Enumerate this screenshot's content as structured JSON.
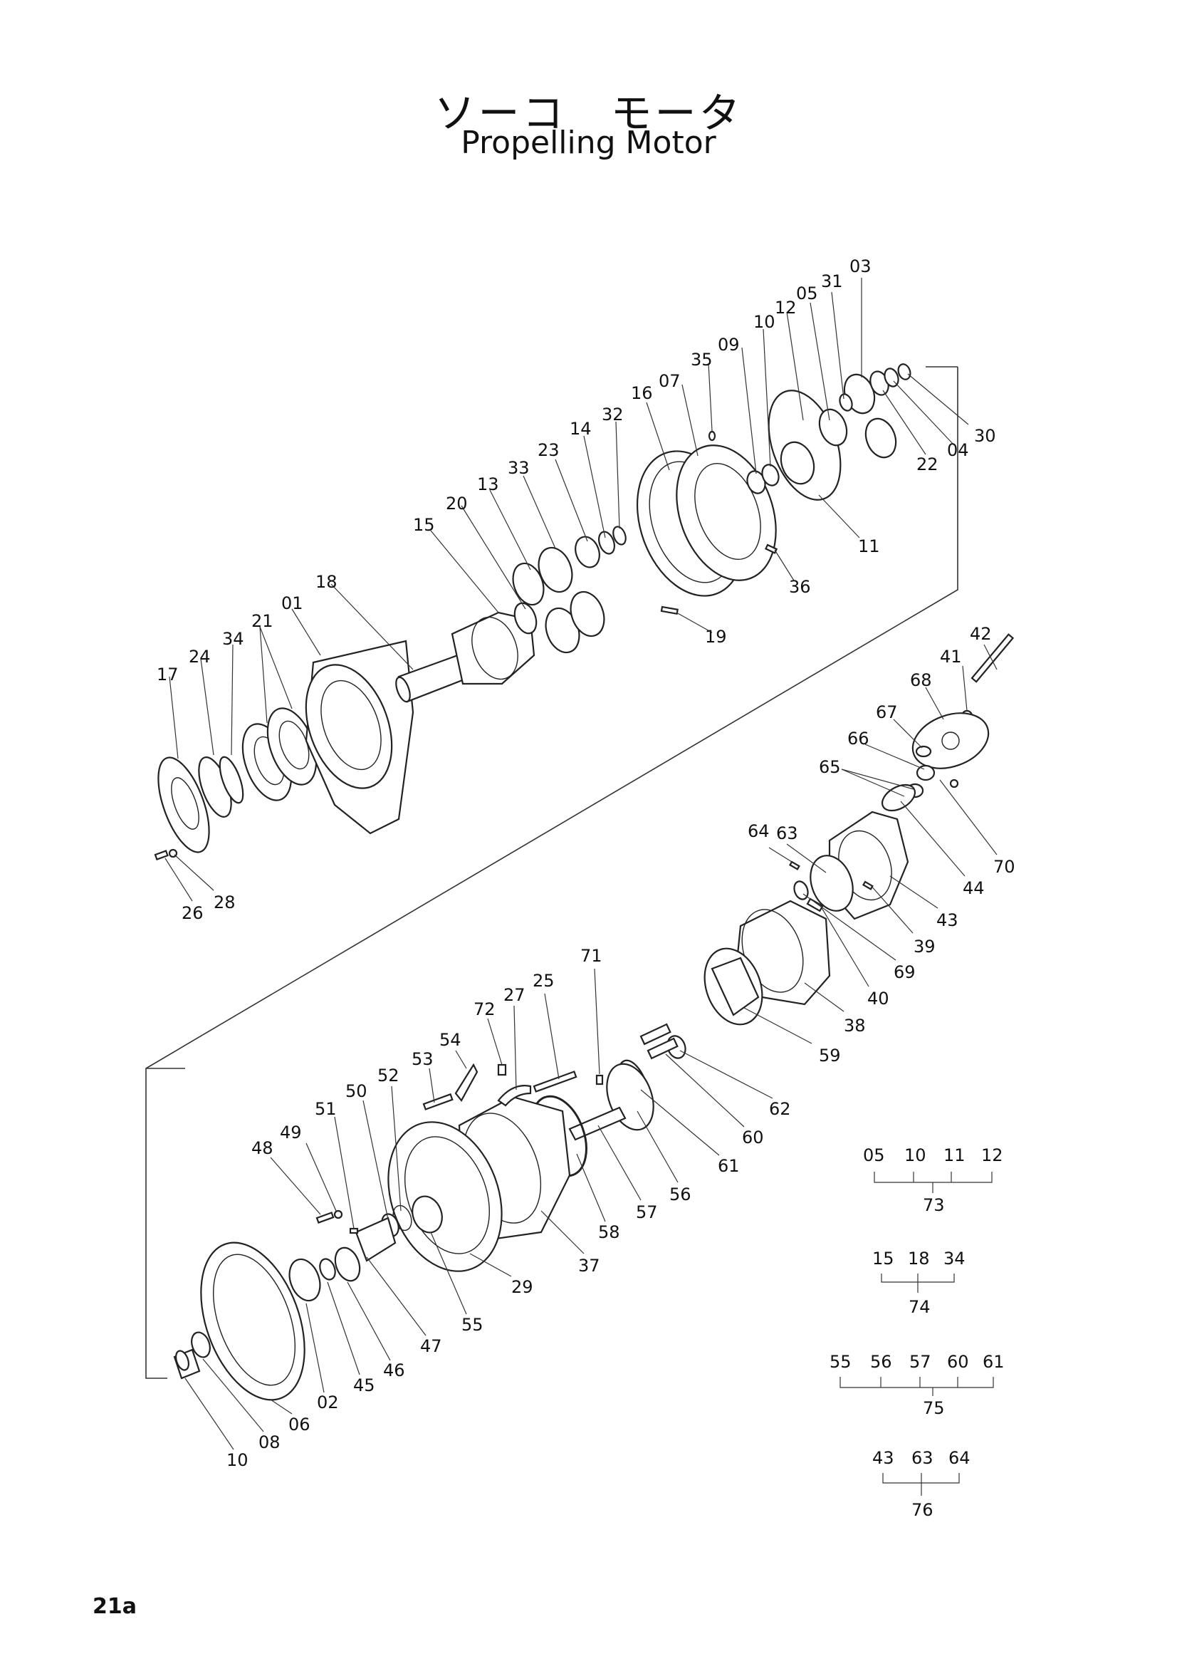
{
  "title_jp": "ソーコ　モータ",
  "title_en": "Propelling Motor",
  "page_number": "21a",
  "callouts": [
    {
      "id": "p03",
      "text": "03"
    },
    {
      "id": "p31",
      "text": "31"
    },
    {
      "id": "p05a",
      "text": "05"
    },
    {
      "id": "p12a",
      "text": "12"
    },
    {
      "id": "p10a",
      "text": "10"
    },
    {
      "id": "p09",
      "text": "09"
    },
    {
      "id": "p35",
      "text": "35"
    },
    {
      "id": "p07",
      "text": "07"
    },
    {
      "id": "p16",
      "text": "16"
    },
    {
      "id": "p32",
      "text": "32"
    },
    {
      "id": "p14",
      "text": "14"
    },
    {
      "id": "p23",
      "text": "23"
    },
    {
      "id": "p33",
      "text": "33"
    },
    {
      "id": "p13",
      "text": "13"
    },
    {
      "id": "p20",
      "text": "20"
    },
    {
      "id": "p15a",
      "text": "15"
    },
    {
      "id": "p30",
      "text": "30"
    },
    {
      "id": "p04",
      "text": "04"
    },
    {
      "id": "p22",
      "text": "22"
    },
    {
      "id": "p11a",
      "text": "11"
    },
    {
      "id": "p36",
      "text": "36"
    },
    {
      "id": "p19",
      "text": "19"
    },
    {
      "id": "p18a",
      "text": "18"
    },
    {
      "id": "p01",
      "text": "01"
    },
    {
      "id": "p21",
      "text": "21"
    },
    {
      "id": "p34a",
      "text": "34"
    },
    {
      "id": "p24",
      "text": "24"
    },
    {
      "id": "p17",
      "text": "17"
    },
    {
      "id": "p26",
      "text": "26"
    },
    {
      "id": "p28",
      "text": "28"
    },
    {
      "id": "p42",
      "text": "42"
    },
    {
      "id": "p41",
      "text": "41"
    },
    {
      "id": "p68",
      "text": "68"
    },
    {
      "id": "p67",
      "text": "67"
    },
    {
      "id": "p66",
      "text": "66"
    },
    {
      "id": "p65",
      "text": "65"
    },
    {
      "id": "p70",
      "text": "70"
    },
    {
      "id": "p63a",
      "text": "63"
    },
    {
      "id": "p64a",
      "text": "64"
    },
    {
      "id": "p44",
      "text": "44"
    },
    {
      "id": "p43a",
      "text": "43"
    },
    {
      "id": "p39",
      "text": "39"
    },
    {
      "id": "p69",
      "text": "69"
    },
    {
      "id": "p40",
      "text": "40"
    },
    {
      "id": "p38",
      "text": "38"
    },
    {
      "id": "p59",
      "text": "59"
    },
    {
      "id": "p71",
      "text": "71"
    },
    {
      "id": "p25",
      "text": "25"
    },
    {
      "id": "p27",
      "text": "27"
    },
    {
      "id": "p72",
      "text": "72"
    },
    {
      "id": "p54",
      "text": "54"
    },
    {
      "id": "p53",
      "text": "53"
    },
    {
      "id": "p52",
      "text": "52"
    },
    {
      "id": "p50",
      "text": "50"
    },
    {
      "id": "p51",
      "text": "51"
    },
    {
      "id": "p49",
      "text": "49"
    },
    {
      "id": "p48",
      "text": "48"
    },
    {
      "id": "p62",
      "text": "62"
    },
    {
      "id": "p60a",
      "text": "60"
    },
    {
      "id": "p61a",
      "text": "61"
    },
    {
      "id": "p56a",
      "text": "56"
    },
    {
      "id": "p57a",
      "text": "57"
    },
    {
      "id": "p58",
      "text": "58"
    },
    {
      "id": "p37",
      "text": "37"
    },
    {
      "id": "p29",
      "text": "29"
    },
    {
      "id": "p55a",
      "text": "55"
    },
    {
      "id": "p47",
      "text": "47"
    },
    {
      "id": "p46",
      "text": "46"
    },
    {
      "id": "p45",
      "text": "45"
    },
    {
      "id": "p02",
      "text": "02"
    },
    {
      "id": "p06",
      "text": "06"
    },
    {
      "id": "p08",
      "text": "08"
    },
    {
      "id": "p10b",
      "text": "10"
    }
  ],
  "assemblies": [
    {
      "members": [
        "05",
        "10",
        "11",
        "12"
      ],
      "assembly": "73"
    },
    {
      "members": [
        "15",
        "18",
        "34"
      ],
      "assembly": "74"
    },
    {
      "members": [
        "55",
        "56",
        "57",
        "60",
        "61"
      ],
      "assembly": "75"
    },
    {
      "members": [
        "43",
        "63",
        "64"
      ],
      "assembly": "76"
    }
  ]
}
